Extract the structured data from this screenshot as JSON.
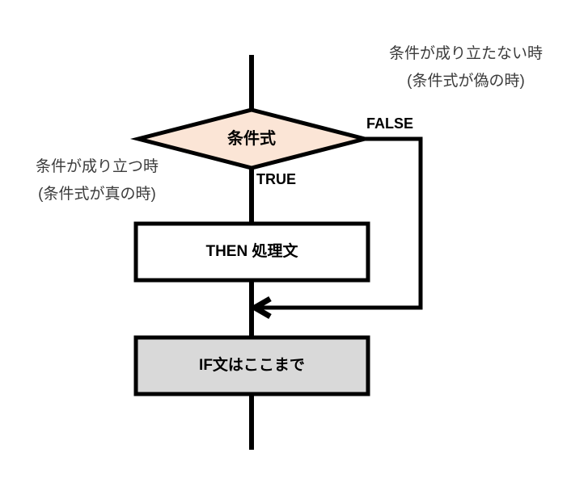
{
  "diagram": {
    "decision": {
      "label": "条件式"
    },
    "branches": {
      "true_label": "TRUE",
      "false_label": "FALSE"
    },
    "then_box": {
      "label": "THEN 処理文"
    },
    "end_box": {
      "label": "IF文はここまで"
    },
    "annotations": {
      "false_case": {
        "line1": "条件が成り立たない時",
        "line2": "(条件式が偽の時)"
      },
      "true_case": {
        "line1": "条件が成り立つ時",
        "line2": "(条件式が真の時)"
      }
    },
    "colors": {
      "decision_fill": "#FBE5D6",
      "then_box_fill": "#FFFFFF",
      "end_box_fill": "#D9D9D9",
      "stroke": "#000000",
      "annotation_text": "#3B3B3B"
    }
  }
}
